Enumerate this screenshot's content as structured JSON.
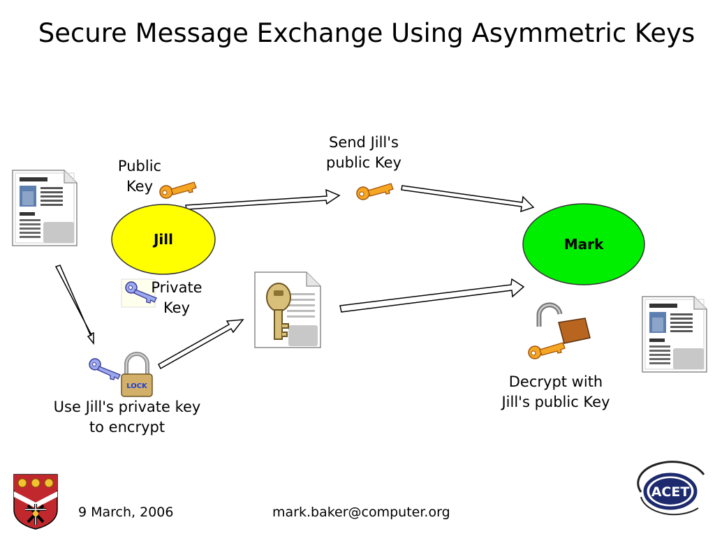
{
  "slide": {
    "title": "Secure Message Exchange Using Asymmetric Keys"
  },
  "nodes": {
    "jill": "Jill",
    "mark": "Mark"
  },
  "labels": {
    "public_key": [
      "Public",
      "Key"
    ],
    "private_key": [
      "Private",
      "Key"
    ],
    "send_public_key": [
      "Send Jill's",
      "public Key"
    ],
    "encrypt": [
      "Use Jill's private key",
      "to encrypt"
    ],
    "decrypt": [
      "Decrypt with",
      "Jill's public Key"
    ]
  },
  "lock_label": "LOCK",
  "footer": {
    "date": "9 March, 2006",
    "email": "mark.baker@computer.org",
    "logo_text": "ACET"
  },
  "colors": {
    "jill_node": "#ffff00",
    "mark_node": "#00ee00",
    "public_key": "#f5a623",
    "private_key": "#8a9ae8",
    "lock_body": "#d2b06a",
    "open_lock_body": "#b8651f"
  },
  "icons": [
    "document-icon",
    "public-key-icon",
    "private-key-icon",
    "lock-icon",
    "open-lock-icon",
    "key-document-icon",
    "crest-icon",
    "acet-logo-icon"
  ]
}
